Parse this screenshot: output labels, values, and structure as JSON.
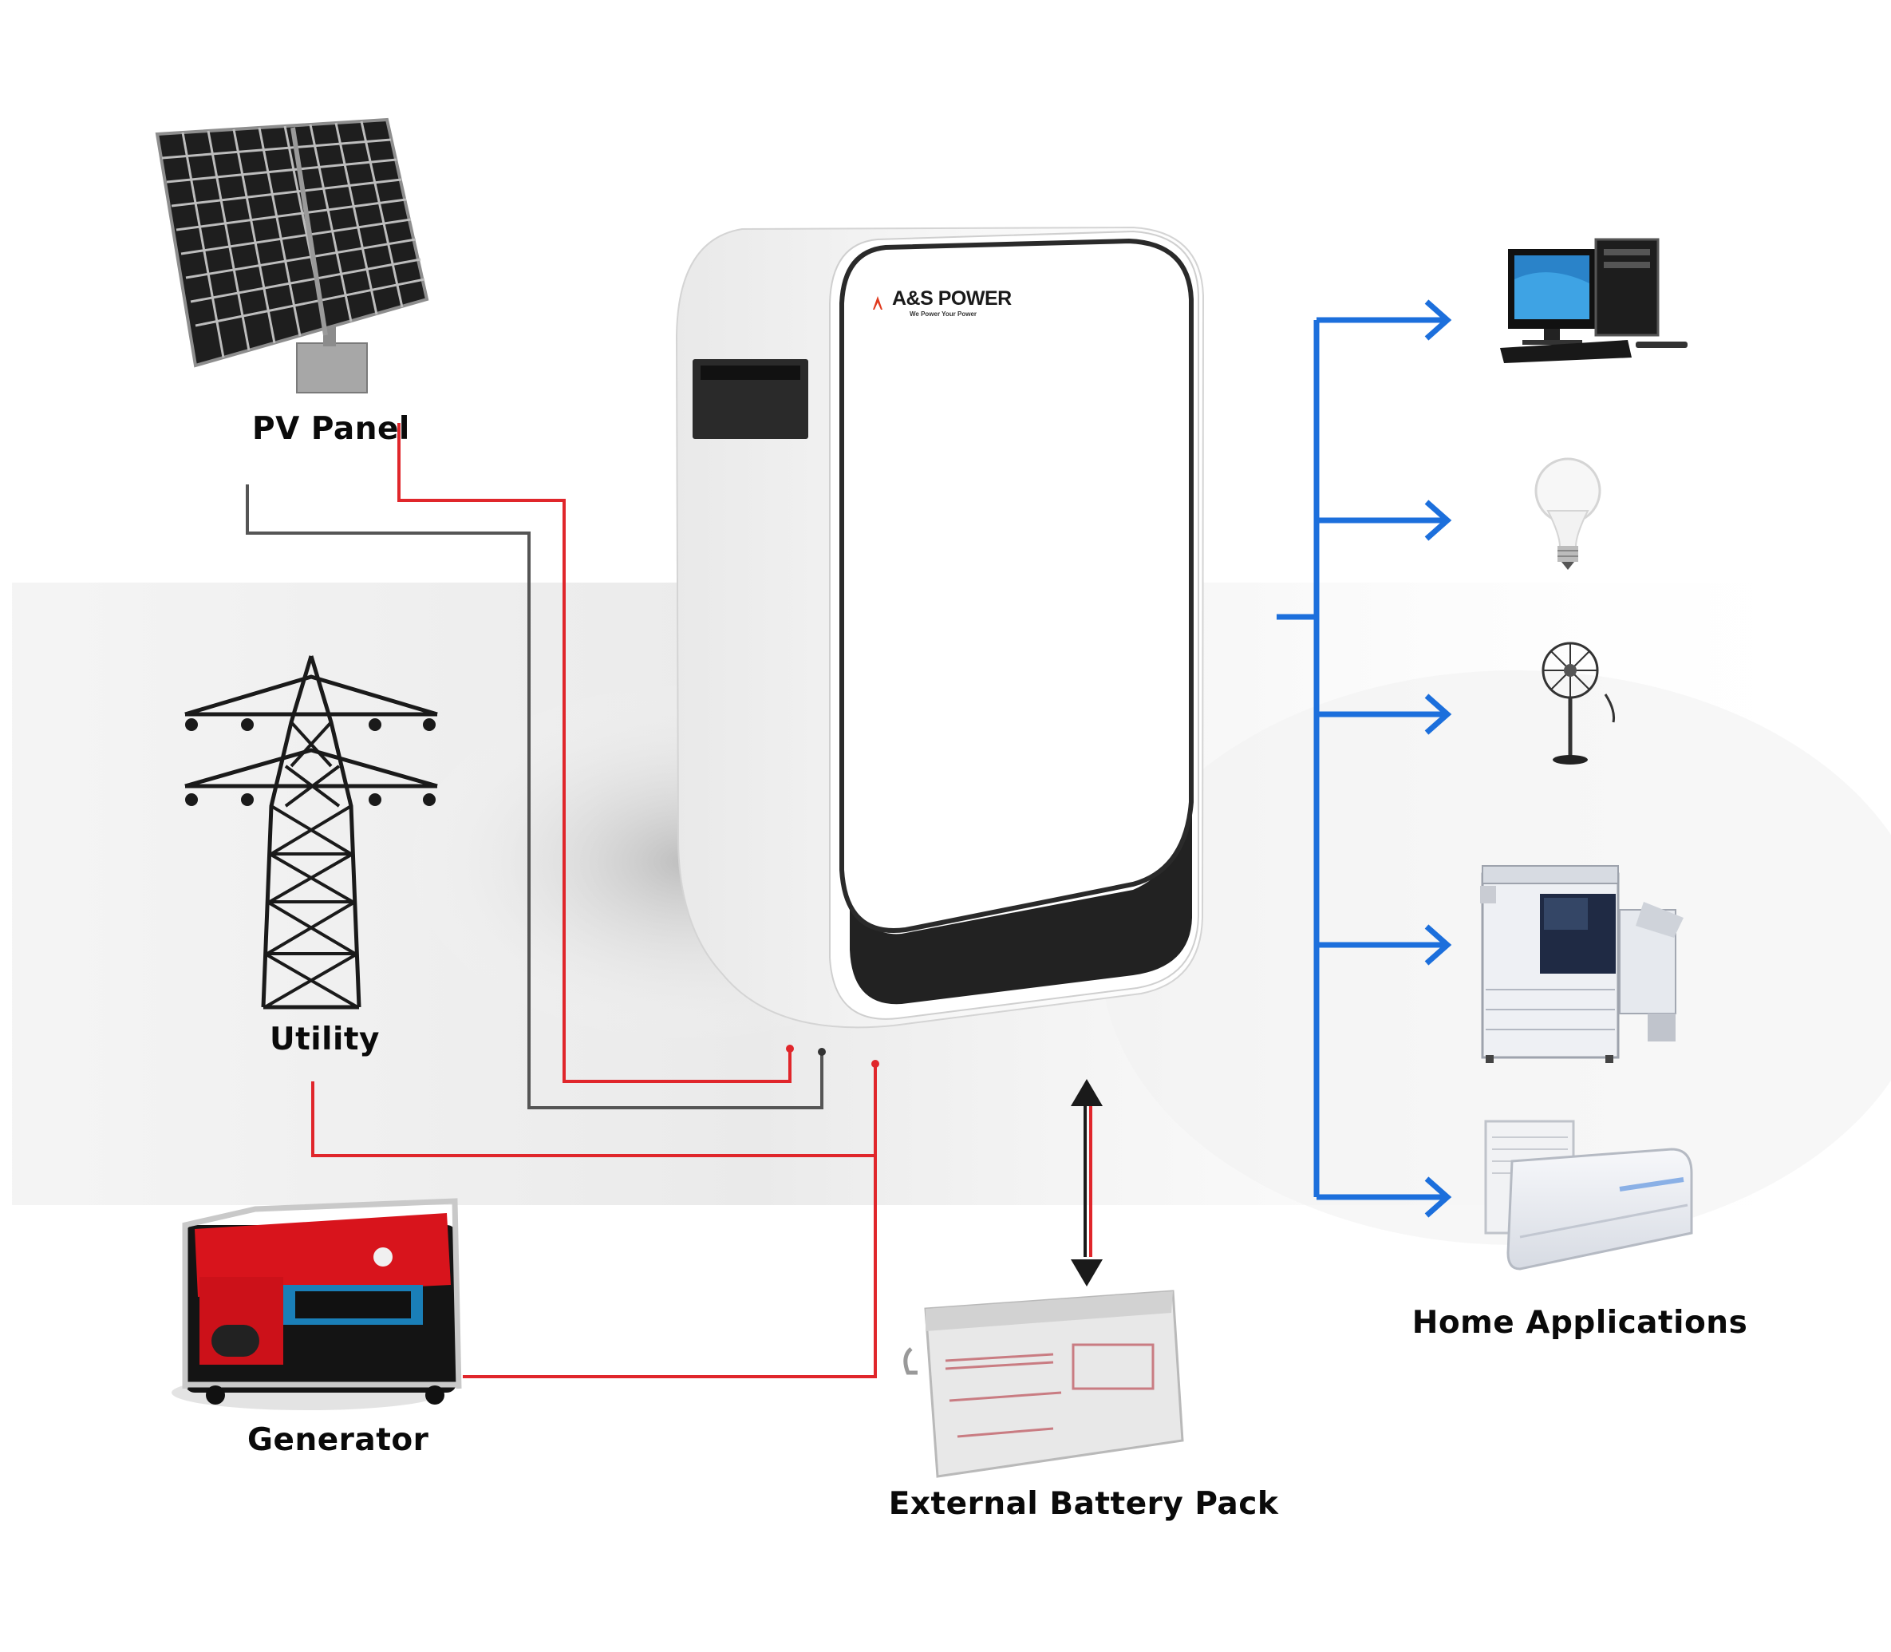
{
  "diagram": {
    "brand": {
      "name": "A&S POWER",
      "tagline": "We Power Your Power",
      "logo_icon": "triangle-logo-icon",
      "accent_color": "#e03a1e"
    },
    "inputs": [
      {
        "id": "pv",
        "label": "PV Panel",
        "icon": "solar-panel-icon"
      },
      {
        "id": "utility",
        "label": "Utility",
        "icon": "transmission-tower-icon"
      },
      {
        "id": "generator",
        "label": "Generator",
        "icon": "generator-icon"
      }
    ],
    "storage": {
      "label": "External Battery Pack",
      "icon": "battery-icon"
    },
    "outputs": {
      "label": "Home Applications",
      "items": [
        {
          "icon": "desktop-computer-icon"
        },
        {
          "icon": "light-bulb-icon"
        },
        {
          "icon": "standing-fan-icon"
        },
        {
          "icon": "copier-icon"
        },
        {
          "icon": "air-conditioner-icon"
        }
      ]
    },
    "colors": {
      "wire_red": "#e0262b",
      "wire_gray": "#555555",
      "output_blue": "#1c6fdc",
      "device_dark": "#2b2b2b"
    }
  }
}
